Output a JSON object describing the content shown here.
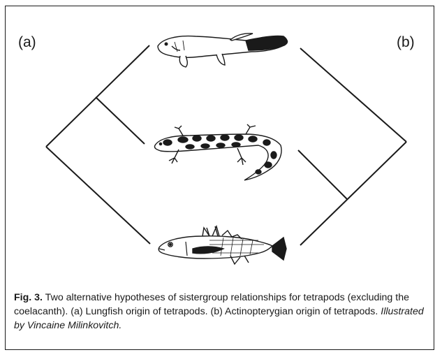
{
  "labels": {
    "a": "(a)",
    "b": "(b)"
  },
  "taxa": {
    "top": "lungfish",
    "middle": "salamander",
    "bottom": "fish"
  },
  "caption": {
    "fig_label": "Fig. 3.",
    "text": " Two alternative hypotheses of sistergroup relationships for tetrapods (excluding the coelacanth). (a) Lungfish origin of tetrapods. (b) Actinopterygian origin of tetrapods. ",
    "credit": "Illustrated by Vincaine Milinkovitch."
  },
  "colors": {
    "ink": "#1a1a1a",
    "background": "#ffffff"
  }
}
